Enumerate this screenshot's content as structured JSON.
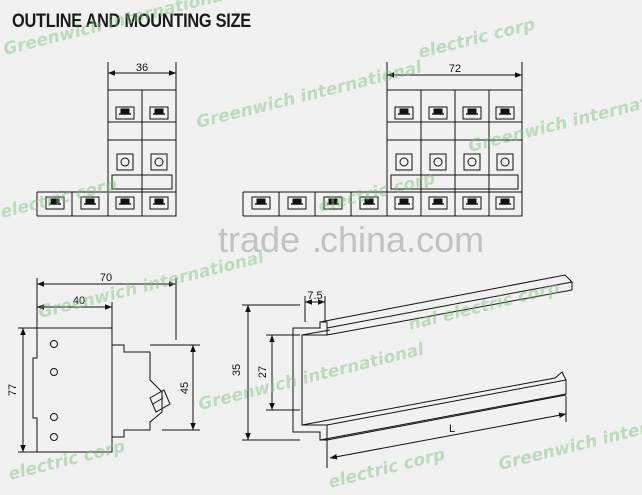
{
  "title": "OUTLINE AND MOUNTING SIZE",
  "dimensions": {
    "single_width": "36",
    "double_width": "72",
    "depth": "70",
    "depth_inner": "40",
    "height": "77",
    "front_height": "45",
    "rail_flange": "7.5",
    "rail_height": "35",
    "rail_inner": "27",
    "rail_length": "L"
  },
  "watermarks": {
    "company": "Greenwich international electric corp",
    "company_short": "Greenwich international",
    "company_tail": "electric corp",
    "company_tail2": "al electric corp",
    "company_mid": "nal electric corp",
    "site": "trade.china.com",
    "site_a": "trade",
    "site_b": "china.com"
  },
  "colors": {
    "line": "#111111",
    "background": "#f1f1f1",
    "watermark": "#7fbf7f"
  }
}
